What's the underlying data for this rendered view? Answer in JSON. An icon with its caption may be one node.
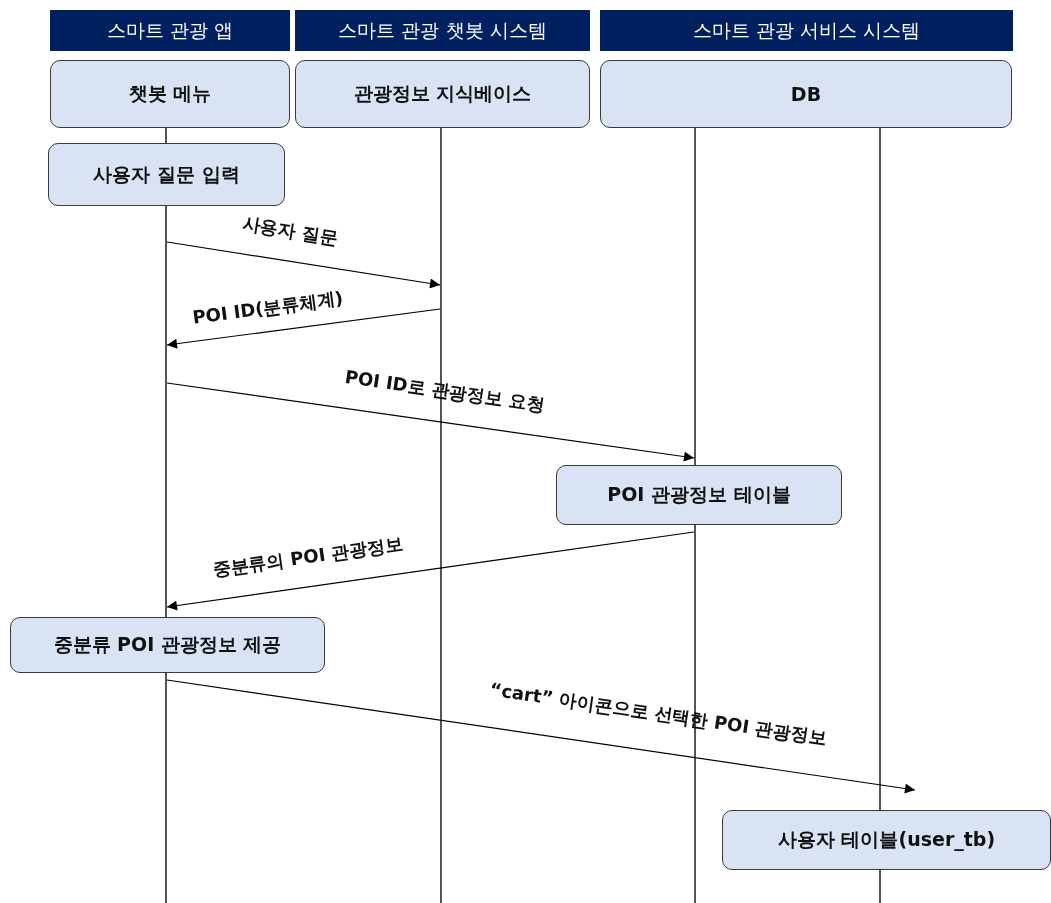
{
  "diagram": {
    "nodes": [
      {
        "text": [
          "스마트 관광 앱"
        ]
      },
      {
        "text": [
          "스마트 관광 챗봇 시스템"
        ]
      },
      {
        "text": [
          "스마트 관광 서비스 시스템"
        ]
      },
      {
        "text": [
          "챗봇 메뉴"
        ]
      },
      {
        "text": [
          "관광정보 지식베이스"
        ]
      },
      {
        "text": [
          "DB"
        ]
      },
      {
        "text": [
          "사용자 질문 입력"
        ]
      },
      {
        "text": [
          "POI 관광정보 테이블"
        ]
      },
      {
        "text": [
          "중분류 POI 관광정보 제공"
        ]
      },
      {
        "text": [
          "사용자 테이블(user_tb)"
        ]
      },
      {
        "text": [],
        "shape": "line"
      },
      {
        "text": [],
        "shape": "line"
      },
      {
        "text": [],
        "shape": "line"
      },
      {
        "text": [],
        "shape": "line"
      },
      {
        "text": [],
        "shape": "line"
      },
      {
        "text": [],
        "shape": "line"
      },
      {
        "text": [],
        "shape": "line"
      },
      {
        "text": [],
        "shape": "line"
      }
    ],
    "edges": [
      {
        "from": 11,
        "to": 13,
        "arrow": "to",
        "label": "사용자 질문"
      },
      {
        "from": 13,
        "to": 11,
        "arrow": "to",
        "label": "POI ID(분류체계)"
      },
      {
        "from": 11,
        "to": 14,
        "arrow": "to",
        "label": "POI ID로 관광정보 요청"
      },
      {
        "from": 15,
        "to": 11,
        "arrow": "to",
        "label": "중분류의 POI 관광정보"
      },
      {
        "from": 12,
        "to": 9,
        "arrow": "to",
        "label": "“cart” 아이콘으로 선택한 POI 관광정보"
      }
    ]
  }
}
